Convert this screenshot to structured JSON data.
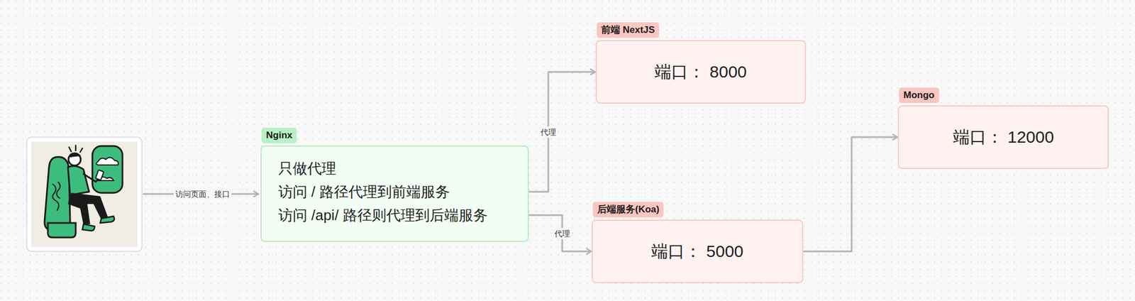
{
  "diagram": {
    "nodes": [
      {
        "text": [
          "Nginx",
          "只做代理",
          "访问 / 路径代理到前端服务",
          "访问 /api/ 路径则代理到后端服务"
        ]
      },
      {
        "text": [
          "前端 NextJS",
          "端口： 8000"
        ]
      },
      {
        "text": [
          "后端服务(Koa)",
          "端口： 5000"
        ]
      },
      {
        "text": [
          "Mongo",
          "端口： 12000"
        ]
      }
    ],
    "edges": [
      {
        "from": 0,
        "to": 1,
        "label": "代理",
        "arrow": "to"
      },
      {
        "from": 0,
        "to": 2,
        "label": "代理",
        "arrow": "to"
      },
      {
        "from": 2,
        "to": 3,
        "arrow": "to"
      }
    ],
    "labels": [
      "访问页面、接口"
    ]
  }
}
